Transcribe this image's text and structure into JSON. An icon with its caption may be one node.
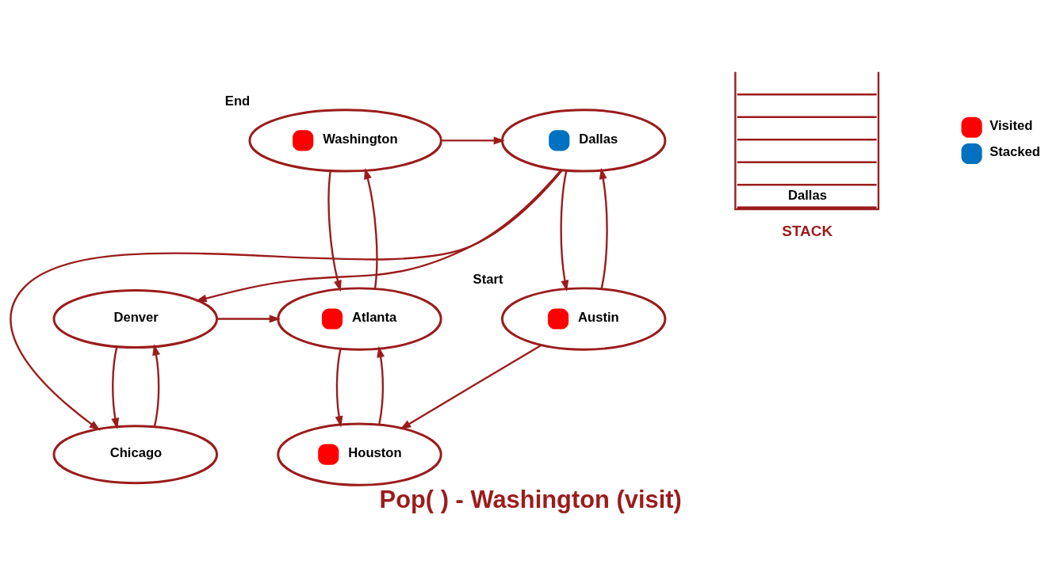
{
  "diagram": {
    "caption": "Pop( ) - Washington (visit)",
    "nodes": [
      {
        "text": [
          "Washington"
        ],
        "beside": [
          "End"
        ]
      },
      {
        "text": [
          "Dallas"
        ]
      },
      {
        "text": [
          "Austin"
        ],
        "beside": [
          "Start"
        ]
      },
      {
        "text": [
          "Denver"
        ]
      },
      {
        "text": [
          "Atlanta"
        ]
      },
      {
        "text": [
          "Chicago"
        ]
      },
      {
        "text": [
          "Houston"
        ]
      },
      {
        "text": [
          "Dallas"
        ],
        "beside": [
          "STACK"
        ]
      }
    ],
    "edges": [
      {
        "from": 2,
        "to": 1,
        "arrow": "to"
      },
      {
        "from": 1,
        "to": 2,
        "arrow": "to"
      },
      {
        "from": 1,
        "to": 5,
        "arrow": "to"
      },
      {
        "from": 1,
        "to": 3,
        "arrow": "to"
      },
      {
        "from": 0,
        "to": 1,
        "arrow": "to"
      },
      {
        "from": 0,
        "to": 4,
        "arrow": "to"
      },
      {
        "from": 4,
        "to": 0,
        "arrow": "to"
      },
      {
        "from": 3,
        "to": 4,
        "arrow": "to"
      },
      {
        "from": 2,
        "to": 6,
        "arrow": "to"
      },
      {
        "from": 5,
        "to": 3,
        "arrow": "to"
      },
      {
        "from": 3,
        "to": 5,
        "arrow": "to"
      },
      {
        "from": 4,
        "to": 6,
        "arrow": "to"
      },
      {
        "from": 6,
        "to": 4,
        "arrow": "to"
      }
    ],
    "legend": [
      {
        "text": "Visited",
        "color": "#ff0000"
      },
      {
        "text": "Stacked",
        "color": "#0070c0"
      }
    ]
  }
}
